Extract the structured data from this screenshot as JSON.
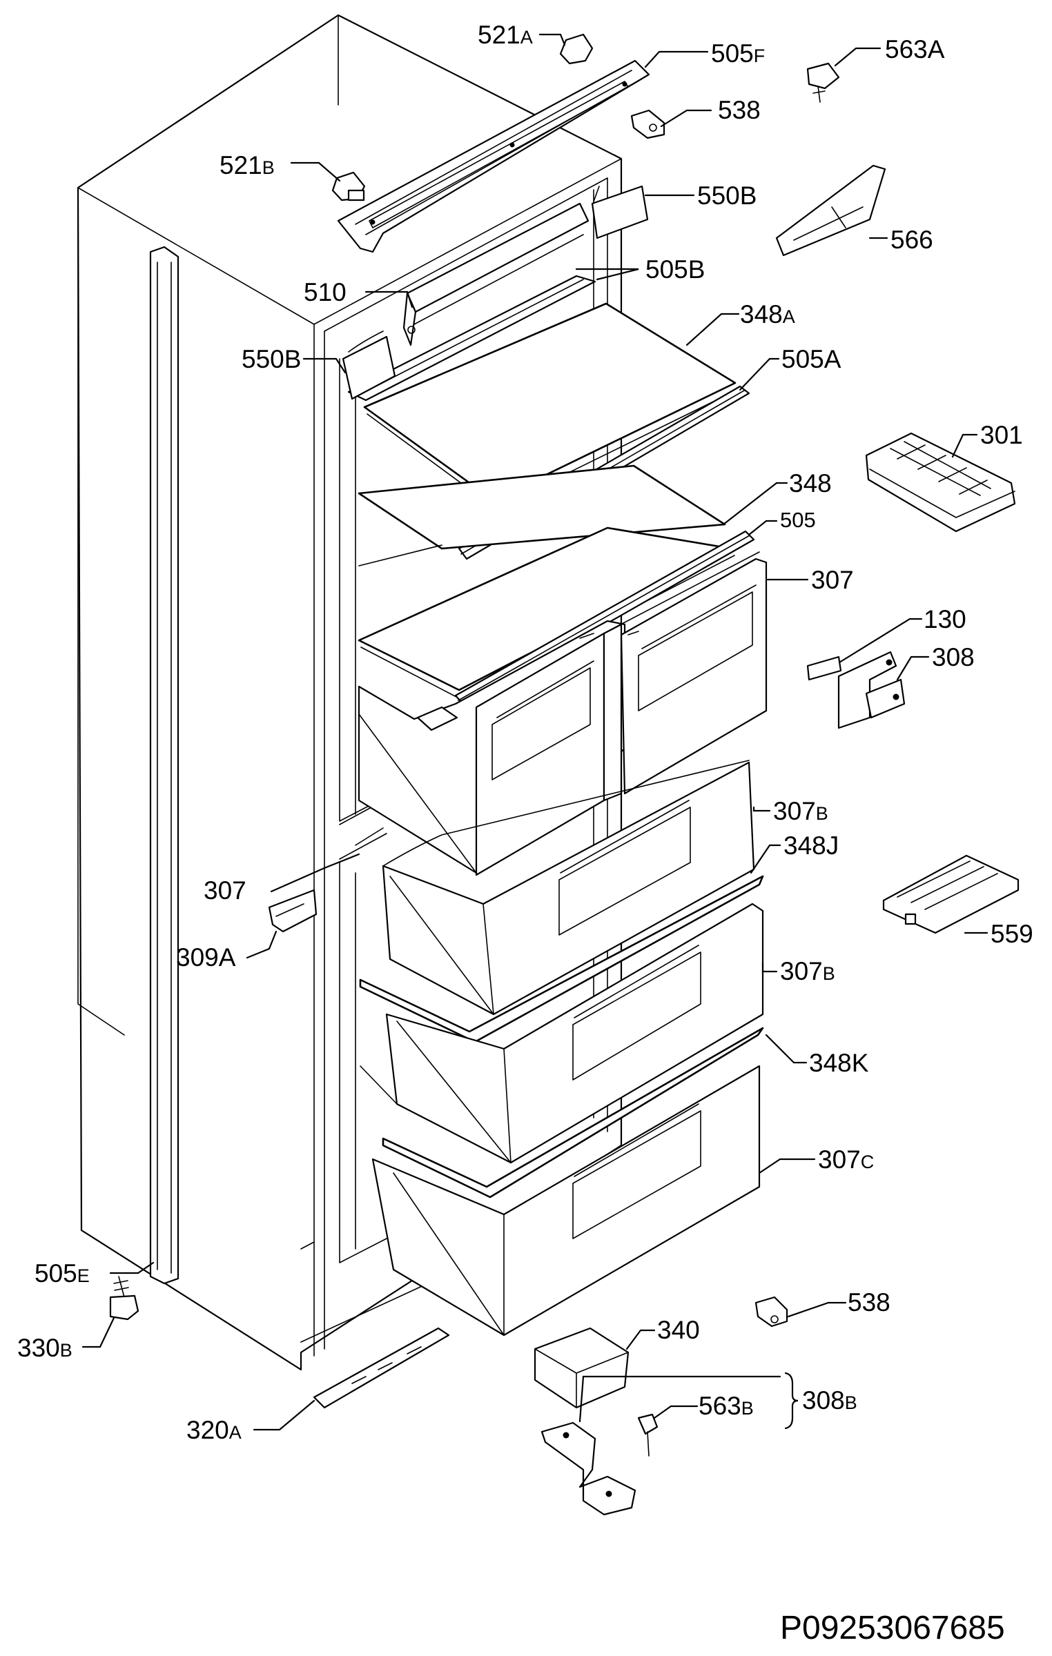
{
  "diagram_code": "P09253067685",
  "labels": {
    "l521a": {
      "num": "521",
      "sfx": "A"
    },
    "l505f": {
      "num": "505",
      "sfx": "F"
    },
    "l563a": {
      "num": "563A",
      "sfx": ""
    },
    "l538t": {
      "num": "538",
      "sfx": ""
    },
    "l521b": {
      "num": "521",
      "sfx": "B"
    },
    "l550bt": {
      "num": "550B",
      "sfx": ""
    },
    "l566": {
      "num": "566",
      "sfx": ""
    },
    "l505b": {
      "num": "505B",
      "sfx": ""
    },
    "l510": {
      "num": "510",
      "sfx": ""
    },
    "l348a": {
      "num": "348",
      "sfx": "A"
    },
    "l550bl": {
      "num": "550B",
      "sfx": ""
    },
    "l505a": {
      "num": "505A",
      "sfx": ""
    },
    "l301": {
      "num": "301",
      "sfx": ""
    },
    "l348": {
      "num": "348",
      "sfx": ""
    },
    "l505": {
      "num": "505",
      "sfx": ""
    },
    "l307t": {
      "num": "307",
      "sfx": ""
    },
    "l130": {
      "num": "130",
      "sfx": ""
    },
    "l308": {
      "num": "308",
      "sfx": ""
    },
    "l307b1": {
      "num": "307",
      "sfx": "B"
    },
    "l348j": {
      "num": "348J",
      "sfx": ""
    },
    "l307l": {
      "num": "307",
      "sfx": ""
    },
    "l559": {
      "num": "559",
      "sfx": ""
    },
    "l309a": {
      "num": "309A",
      "sfx": ""
    },
    "l307b2": {
      "num": "307",
      "sfx": "B"
    },
    "l348k": {
      "num": "348K",
      "sfx": ""
    },
    "l307c": {
      "num": "307",
      "sfx": "C"
    },
    "l505e": {
      "num": "505",
      "sfx": "E"
    },
    "l538b": {
      "num": "538",
      "sfx": ""
    },
    "l330b": {
      "num": "330",
      "sfx": "B"
    },
    "l340": {
      "num": "340",
      "sfx": ""
    },
    "l308b": {
      "num": "308",
      "sfx": "B"
    },
    "l563b": {
      "num": "563",
      "sfx": "B"
    },
    "l320a": {
      "num": "320",
      "sfx": "A"
    }
  }
}
